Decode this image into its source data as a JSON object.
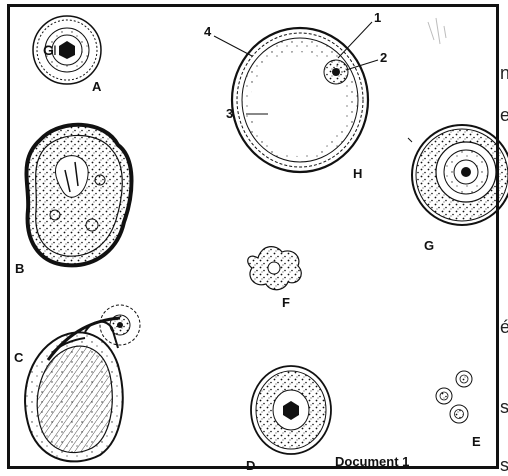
{
  "figure": {
    "title": "Document 1",
    "labels": {
      "A": "A",
      "B": "B",
      "C": "C",
      "D": "D",
      "E": "E",
      "F": "F",
      "G": "G",
      "H": "H"
    },
    "callouts": {
      "n1": "1",
      "n2": "2",
      "n3": "3",
      "n4": "4"
    }
  },
  "edge_fragments": {
    "right_n": "n",
    "right_e": "e",
    "right_e_acute": "é",
    "right_s1": "s",
    "right_s2": "s"
  },
  "colors": {
    "ink": "#111111",
    "paper": "#ffffff"
  }
}
